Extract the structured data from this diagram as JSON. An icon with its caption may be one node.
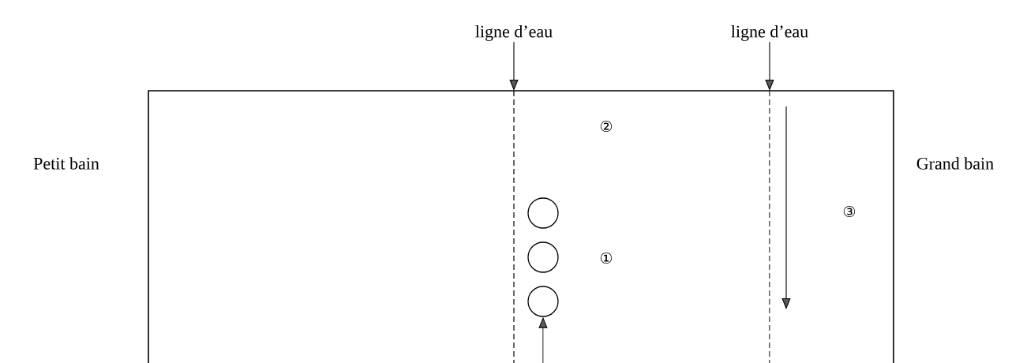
{
  "diagram": {
    "nodes": [
      {
        "text": [
          "ligne d’eau"
        ]
      },
      {
        "text": [
          "ligne d’eau"
        ]
      },
      {
        "text": [],
        "shape": "line"
      },
      {
        "text": [],
        "shape": "line"
      },
      {
        "text": [],
        "shape": "circle"
      },
      {
        "text": [],
        "shape": "circle"
      },
      {
        "text": [],
        "shape": "circle"
      }
    ],
    "edges": [
      {
        "from": 0,
        "to": 2,
        "arrow": "to"
      },
      {
        "from": 1,
        "to": 3,
        "arrow": "to"
      },
      {
        "from": null,
        "to": 6,
        "arrow": "to"
      }
    ],
    "labels": [
      "Petit bain",
      "②",
      "Grand bain",
      "③",
      "①"
    ]
  }
}
